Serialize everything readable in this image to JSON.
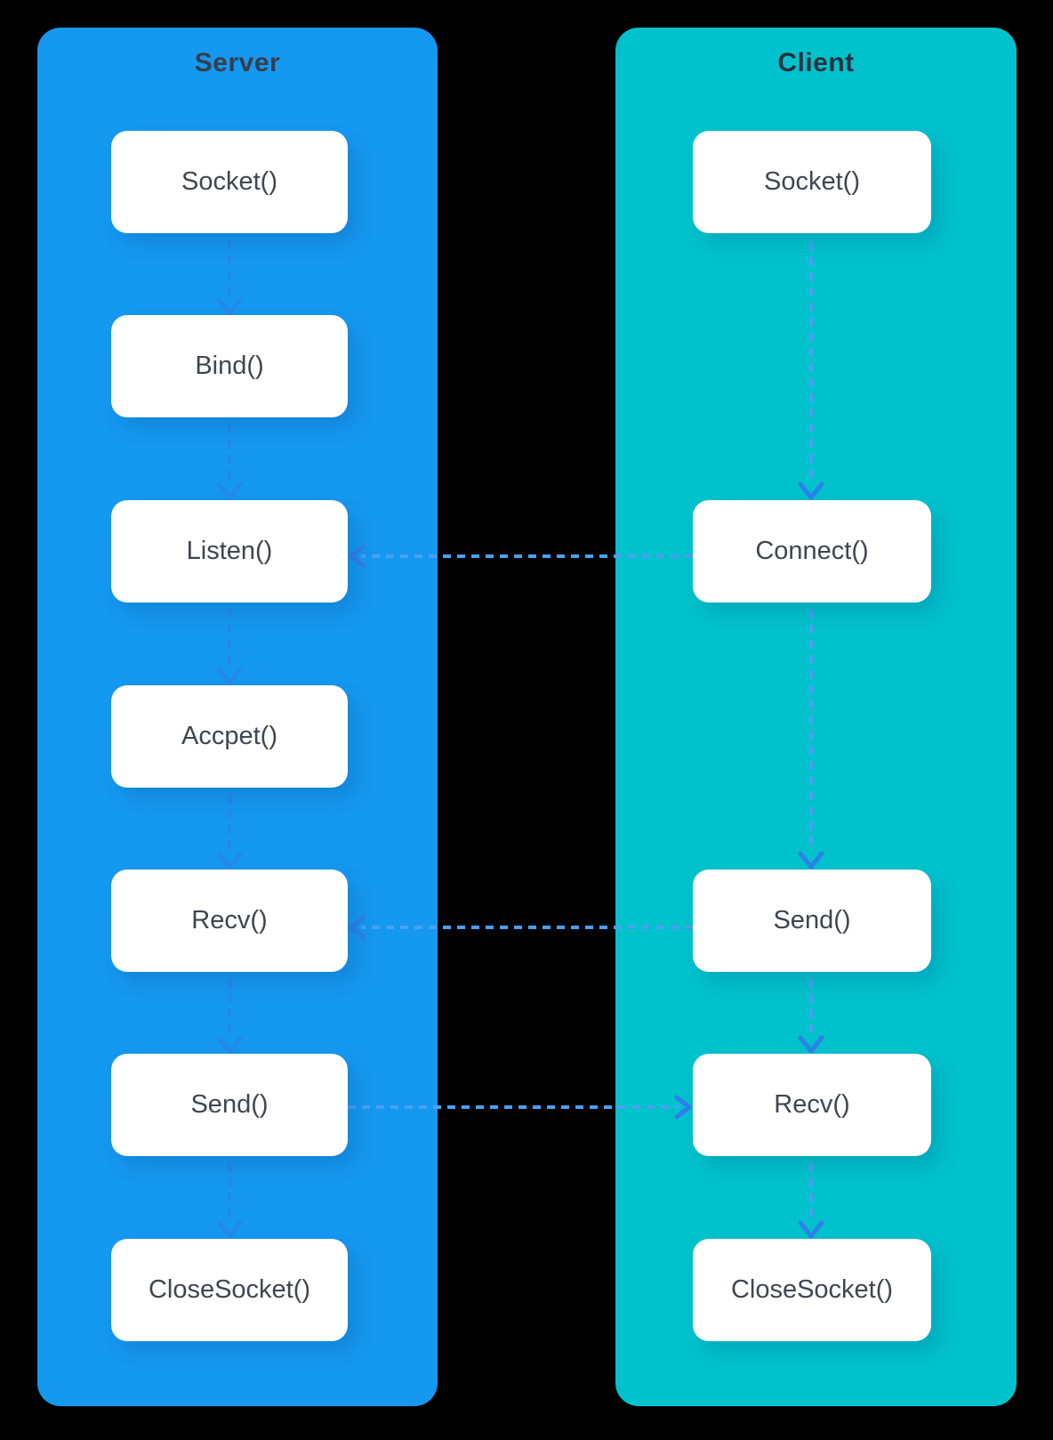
{
  "colors": {
    "background": "#000000",
    "server_panel": "#1598F0",
    "client_panel": "#00C2CC",
    "box_background": "#FFFFFF",
    "box_text": "#3F4651",
    "server_title_text": "#363E4C",
    "client_title_text": "#28303F",
    "arrow_dash": "#4AA0F2",
    "arrow_head": "#2E80EA"
  },
  "server": {
    "title": "Server",
    "boxes": [
      "Socket()",
      "Bind()",
      "Listen()",
      "Accpet()",
      "Recv()",
      "Send()",
      "CloseSocket()"
    ]
  },
  "client": {
    "title": "Client",
    "boxes": [
      "Socket()",
      "Connect()",
      "Send()",
      "Recv()",
      "CloseSocket()"
    ]
  },
  "connections": {
    "server_flow": [
      "Socket() -> Bind()",
      "Bind() -> Listen()",
      "Listen() -> Accpet()",
      "Accpet() -> Recv()",
      "Recv() -> Send()",
      "Send() -> CloseSocket()"
    ],
    "client_flow": [
      "Socket() -> Connect()",
      "Connect() -> Send()",
      "Send() -> Recv()",
      "Recv() -> CloseSocket()"
    ],
    "cross_flow": [
      "client Connect() -> server Listen()",
      "client Send() -> server Recv()",
      "server Send() -> client Recv()"
    ]
  }
}
